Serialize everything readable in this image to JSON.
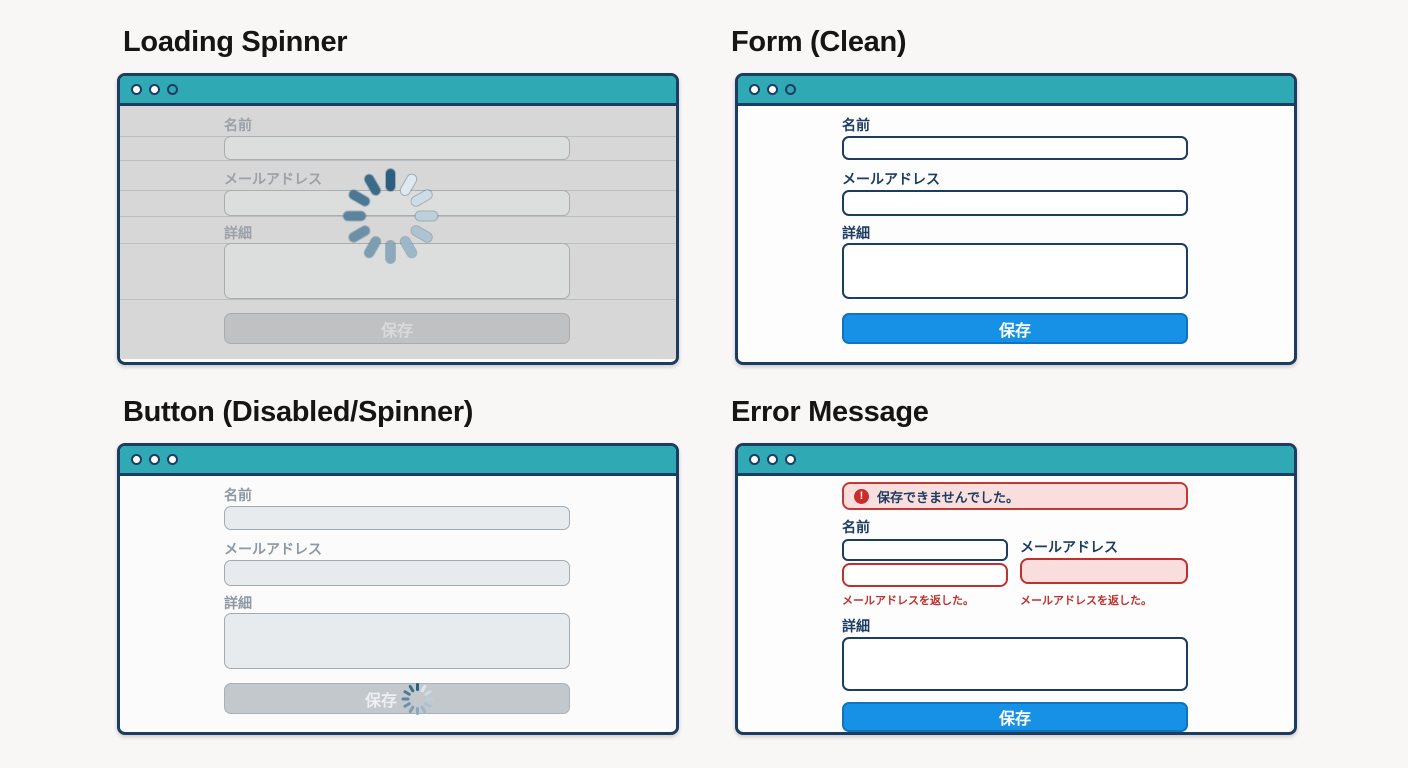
{
  "titles": {
    "loading": "Loading Spinner",
    "clean": "Form (Clean)",
    "disabled": "Button (Disabled/Spinner)",
    "error": "Error Message"
  },
  "form": {
    "name_label": "名前",
    "email_label": "メールアドレス",
    "detail_label": "詳細",
    "save_label": "保存"
  },
  "error_panel": {
    "banner_text": "保存できませんでした。",
    "banner_icon_glyph": "!",
    "name_error": "メールアドレスを返した。",
    "email_error": "メールアドレスを返した。"
  },
  "colors": {
    "titlebar_teal": "#2fa9b4",
    "frame_navy": "#1d3c61",
    "primary_blue": "#1791e6",
    "error_red": "#c0302c",
    "error_pink_bg": "#fadede",
    "overlay_gray": "#d7d7d7",
    "disabled_button_gray": "#c3c8cd",
    "spinner_dark": "#2a5f80",
    "spinner_light": "#dde9ef"
  }
}
